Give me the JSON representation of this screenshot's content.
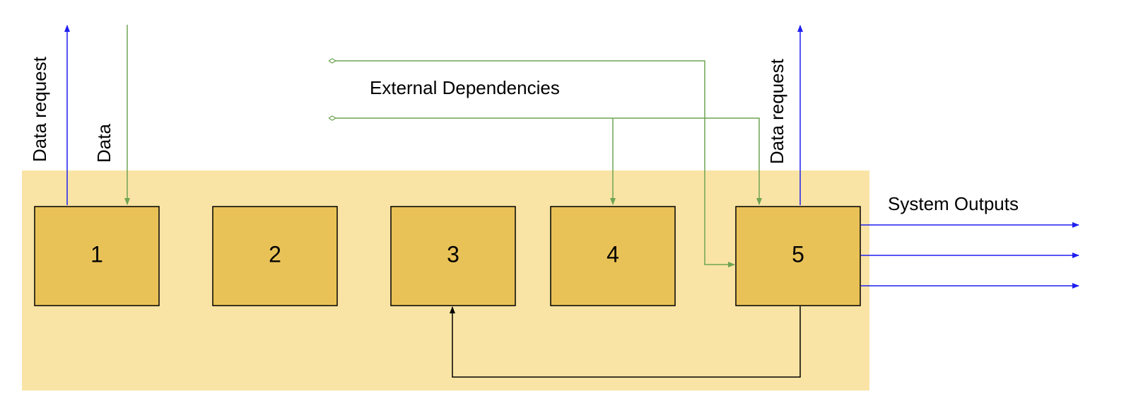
{
  "colors": {
    "system_background": "#f9e4a5",
    "box_fill": "#e9c257",
    "box_stroke": "#000000",
    "blue_arrow": "#1f1ff0",
    "green_arrow": "#6fa453",
    "feedback_arrow": "#000000"
  },
  "labels": {
    "data_request_left": "Data request",
    "data_left": "Data",
    "external_dependencies": "External Dependencies",
    "data_request_right": "Data request",
    "system_outputs": "System Outputs"
  },
  "boxes": [
    {
      "id": "box-1",
      "label": "1"
    },
    {
      "id": "box-2",
      "label": "2"
    },
    {
      "id": "box-3",
      "label": "3"
    },
    {
      "id": "box-4",
      "label": "4"
    },
    {
      "id": "box-5",
      "label": "5"
    }
  ]
}
